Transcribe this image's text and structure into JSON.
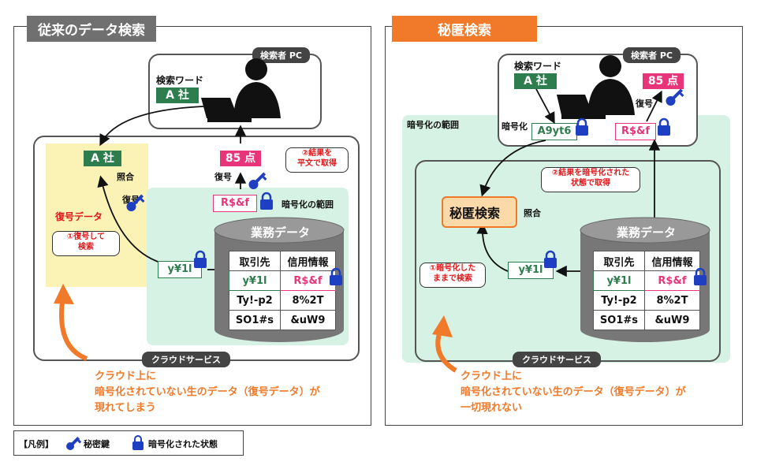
{
  "left": {
    "title": "従来のデータ検索",
    "pc_label": "検索者 PC",
    "search_word_label": "検索ワード",
    "search_word": "A 社",
    "cloud_label": "クラウドサービス",
    "decrypted_zone_label": "復号データ",
    "encryption_zone_label": "暗号化の範囲",
    "db_title": "業務データ",
    "table_headers": [
      "取引先",
      "信用情報"
    ],
    "table_rows": [
      [
        "y¥1l",
        "R$&f"
      ],
      [
        "Ty!-p2",
        "8%2T"
      ],
      [
        "SO1#s",
        "&uW9"
      ]
    ],
    "query_chip": "A 社",
    "match_label": "照合",
    "decrypt_label_query": "復号",
    "encrypted_query": "y¥1l",
    "encrypted_result": "R$&f",
    "result_plain": "85 点",
    "decrypt_label_result": "復号",
    "callout_1": [
      "①復号して",
      "検索"
    ],
    "callout_2": [
      "②結果を",
      "平文で取得"
    ],
    "note_lines": [
      "クラウド上に",
      "暗号化されていない生のデータ（復号データ）が",
      "現れてしまう"
    ]
  },
  "right": {
    "title": "秘匿検索",
    "pc_label": "検索者 PC",
    "search_word_label": "検索ワード",
    "search_word": "A 社",
    "encrypt_label": "暗号化",
    "encrypted_query_pc": "A9yt6",
    "encrypted_result_pc": "R$&f",
    "decrypt_label": "復号",
    "result_plain": "85 点",
    "encryption_zone_label": "暗号化の範囲",
    "cloud_label": "クラウドサービス",
    "secret_search": "秘匿検索",
    "match_label": "照合",
    "db_title": "業務データ",
    "table_headers": [
      "取引先",
      "信用情報"
    ],
    "table_rows": [
      [
        "y¥1l",
        "R$&f"
      ],
      [
        "Ty!-p2",
        "8%2T"
      ],
      [
        "SO1#s",
        "&uW9"
      ]
    ],
    "encrypted_query": "y¥1l",
    "callout_1": [
      "①暗号化した",
      "ままで検索"
    ],
    "callout_2": [
      "②結果を暗号化された",
      "状態で取得"
    ],
    "note_lines": [
      "クラウド上に",
      "暗号化されていない生のデータ（復号データ）が",
      "一切現れない"
    ]
  },
  "legend": {
    "title": "【凡例】",
    "key_label": "秘密鍵",
    "lock_label": "暗号化された状態"
  },
  "colors": {
    "green": "#2e7d4f",
    "pink": "#e8357a",
    "orange": "#f07a2a",
    "mint": "#d6f2e4",
    "yellow": "#fbf3b5",
    "blue_icon": "#1f3fc2",
    "red_text": "#e0181b"
  }
}
